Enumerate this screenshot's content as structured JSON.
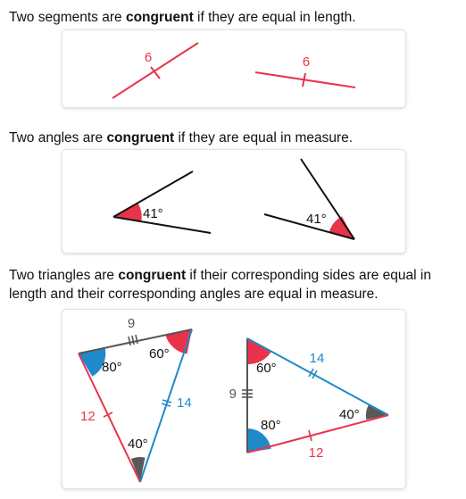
{
  "sections": [
    {
      "before": "Two segments are ",
      "bold": "congruent",
      "after": " if they are equal in length."
    },
    {
      "before": "Two angles are ",
      "bold": "congruent",
      "after": " if they are equal in measure."
    },
    {
      "before": "Two triangles are ",
      "bold": "congruent",
      "after": " if their corresponding sides are equal in length and their corresponding angles are equal in measure."
    }
  ],
  "segments": {
    "left_length": "6",
    "right_length": "6"
  },
  "angles": {
    "left_measure": "41°",
    "right_measure": "41°"
  },
  "triangle_left": {
    "top_side": "9",
    "right_side": "14",
    "left_side": "12",
    "angle_left": "80°",
    "angle_right": "60°",
    "angle_bottom": "40°"
  },
  "triangle_right": {
    "left_side": "9",
    "top_side": "14",
    "bottom_side": "12",
    "angle_top": "60°",
    "angle_bottom": "80°",
    "angle_right": "40°"
  },
  "colors": {
    "red": "#e8334a",
    "blue": "#1f8ac9",
    "gray": "#555555",
    "black": "#111111",
    "dark_gray": "#595959"
  }
}
